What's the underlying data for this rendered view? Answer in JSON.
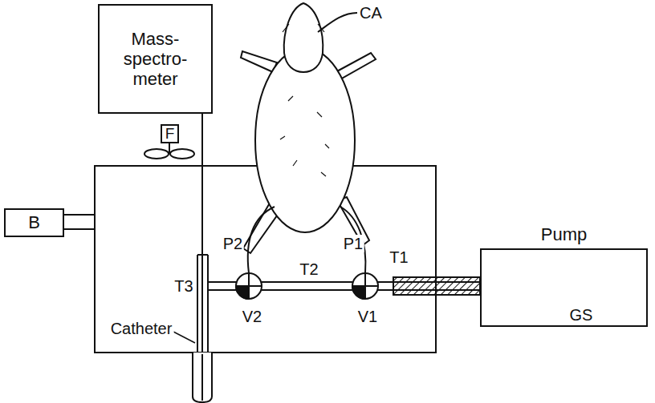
{
  "diagram": {
    "nodes": [
      {
        "text": [
          "Mass- spectro- meter"
        ]
      },
      {
        "text": [
          "F"
        ]
      },
      {
        "text": [
          "B"
        ]
      },
      {
        "text": [
          "Pump"
        ]
      }
    ],
    "labels": [
      "CA",
      "P2",
      "P1",
      "T2",
      "T3",
      "V2",
      "V1",
      "T1",
      "GS",
      "Catheter"
    ]
  }
}
